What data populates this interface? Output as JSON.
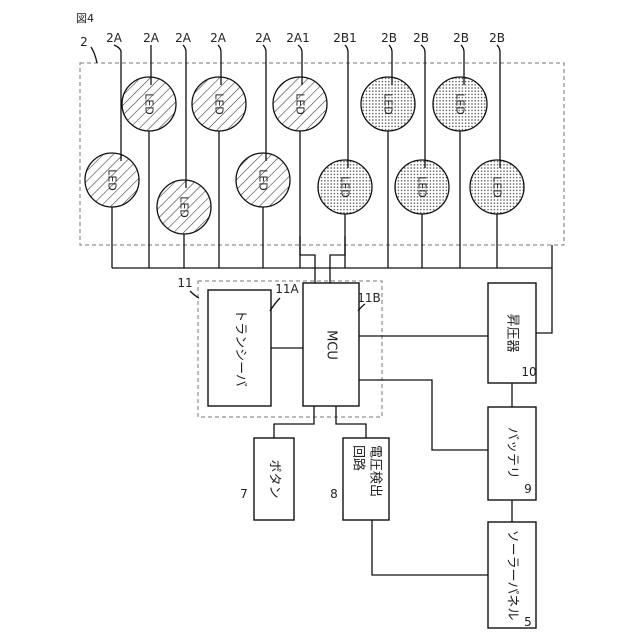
{
  "figure_title": "図4",
  "led_text": "LED",
  "groups": {
    "led_group": "2",
    "controller": "11"
  },
  "leds": [
    {
      "id": "2A",
      "fill": "hatch"
    },
    {
      "id": "2A",
      "fill": "hatch"
    },
    {
      "id": "2A",
      "fill": "hatch"
    },
    {
      "id": "2A",
      "fill": "hatch"
    },
    {
      "id": "2A",
      "fill": "hatch"
    },
    {
      "id": "2A1",
      "fill": "hatch"
    },
    {
      "id": "2B1",
      "fill": "dots"
    },
    {
      "id": "2B",
      "fill": "dots"
    },
    {
      "id": "2B",
      "fill": "dots"
    },
    {
      "id": "2B",
      "fill": "dots"
    },
    {
      "id": "2B",
      "fill": "dots"
    }
  ],
  "blocks": {
    "transceiver": {
      "text": "トランシーバ",
      "ref": "11A"
    },
    "mcu": {
      "text": "MCU",
      "ref": "11B"
    },
    "booster": {
      "text": "昇圧器",
      "ref": "10"
    },
    "battery": {
      "text": "バッテリ",
      "ref": "9"
    },
    "button": {
      "text": "ボタン",
      "ref": "7"
    },
    "voltage_detector": {
      "line1": "電圧検出",
      "line2": "回路",
      "ref": "8"
    },
    "solar_panel": {
      "text": "ソーラーパネル",
      "ref": "5"
    }
  },
  "colors": {
    "line": "#111111",
    "dash": "#777777",
    "hatch": "#333333",
    "dots": "#555555"
  }
}
